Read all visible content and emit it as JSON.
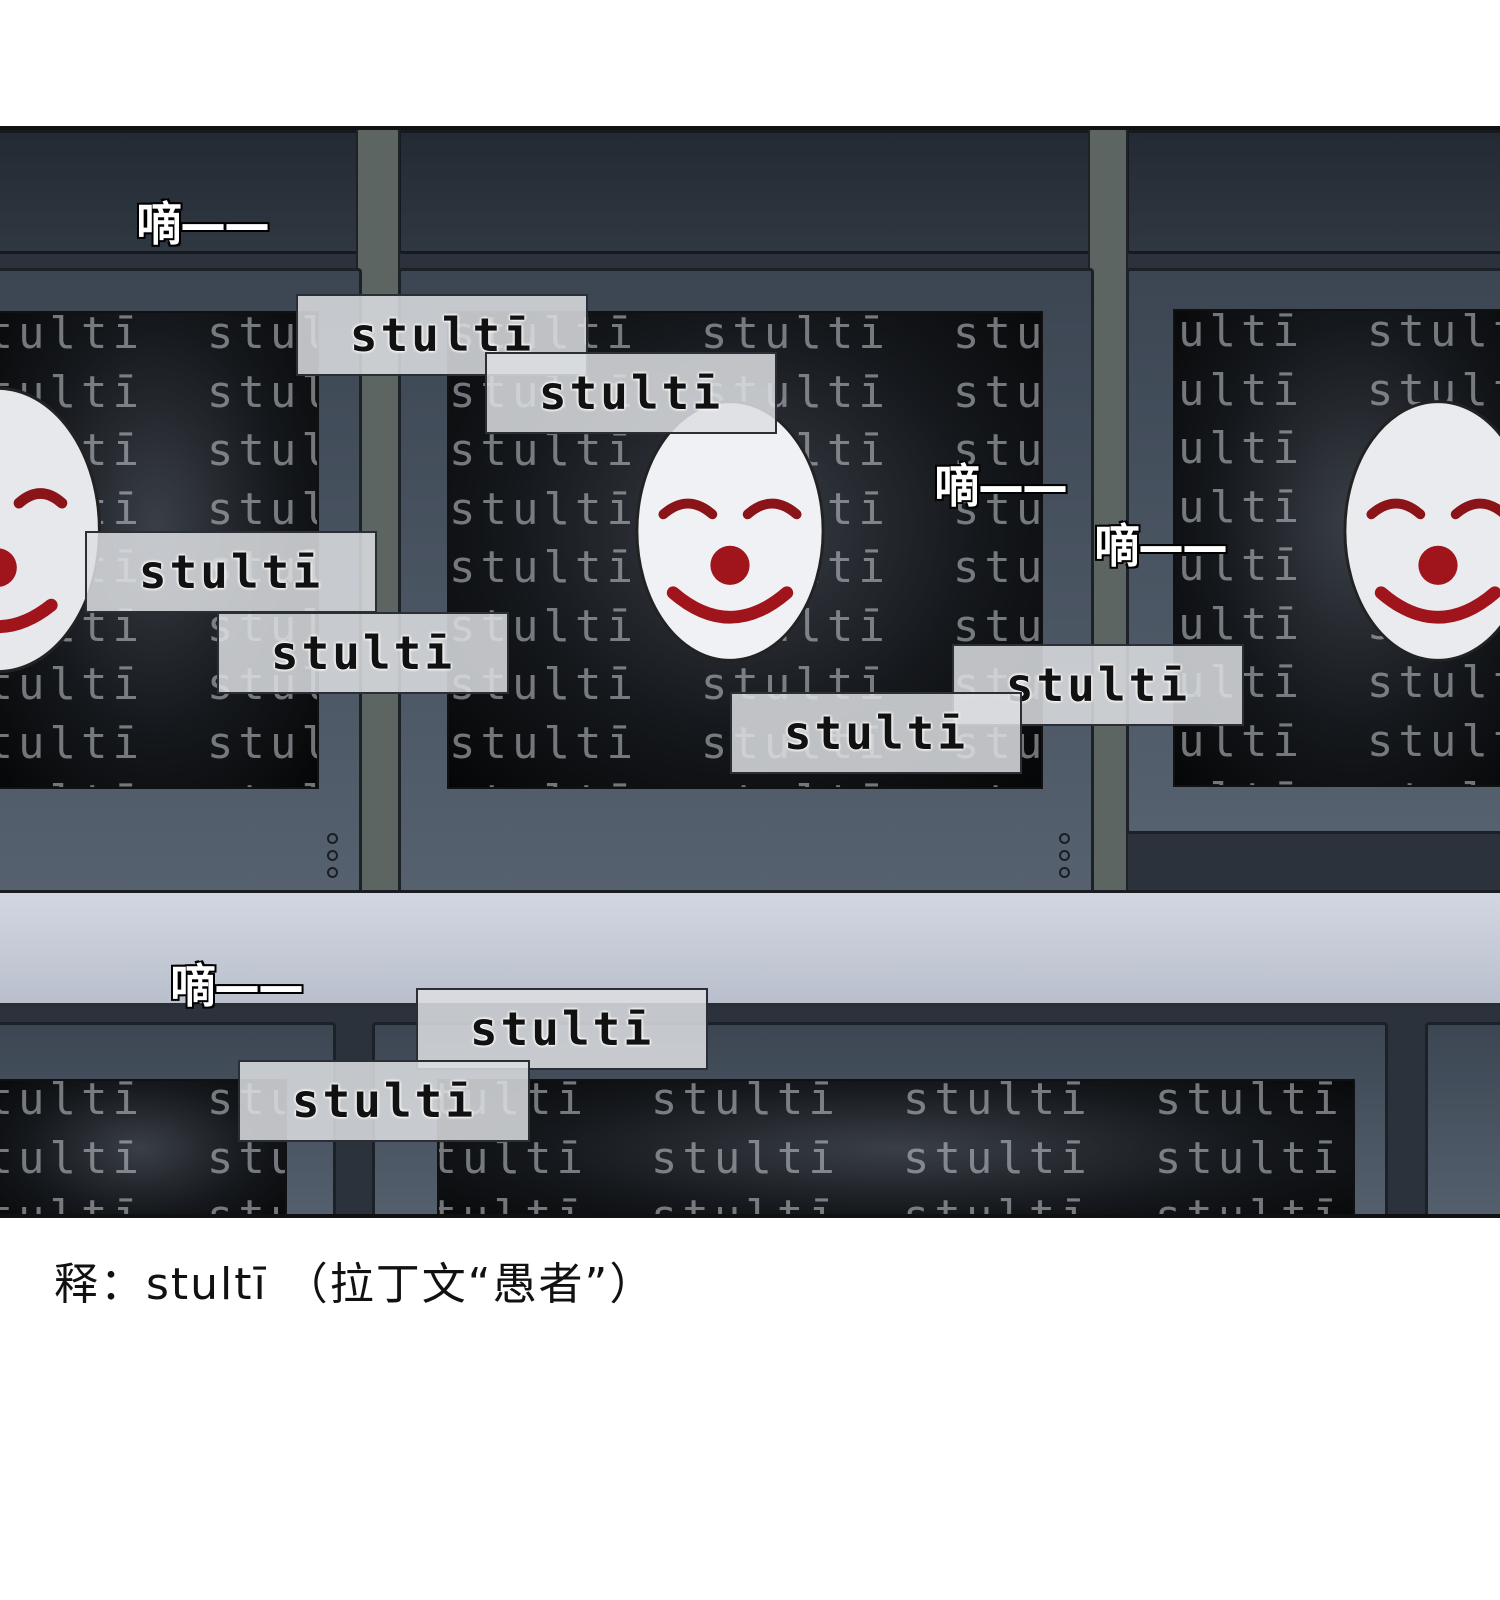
{
  "sfx": [
    "嘀——",
    "嘀——",
    "嘀——",
    "嘀——"
  ],
  "labels": [
    "stultī",
    "stultī",
    "stultī",
    "stultī",
    "stultī",
    "stultī",
    "stultī",
    "stultī"
  ],
  "screen_text": "stultī",
  "caption": "释：stultī （拉丁文“愚者”）"
}
